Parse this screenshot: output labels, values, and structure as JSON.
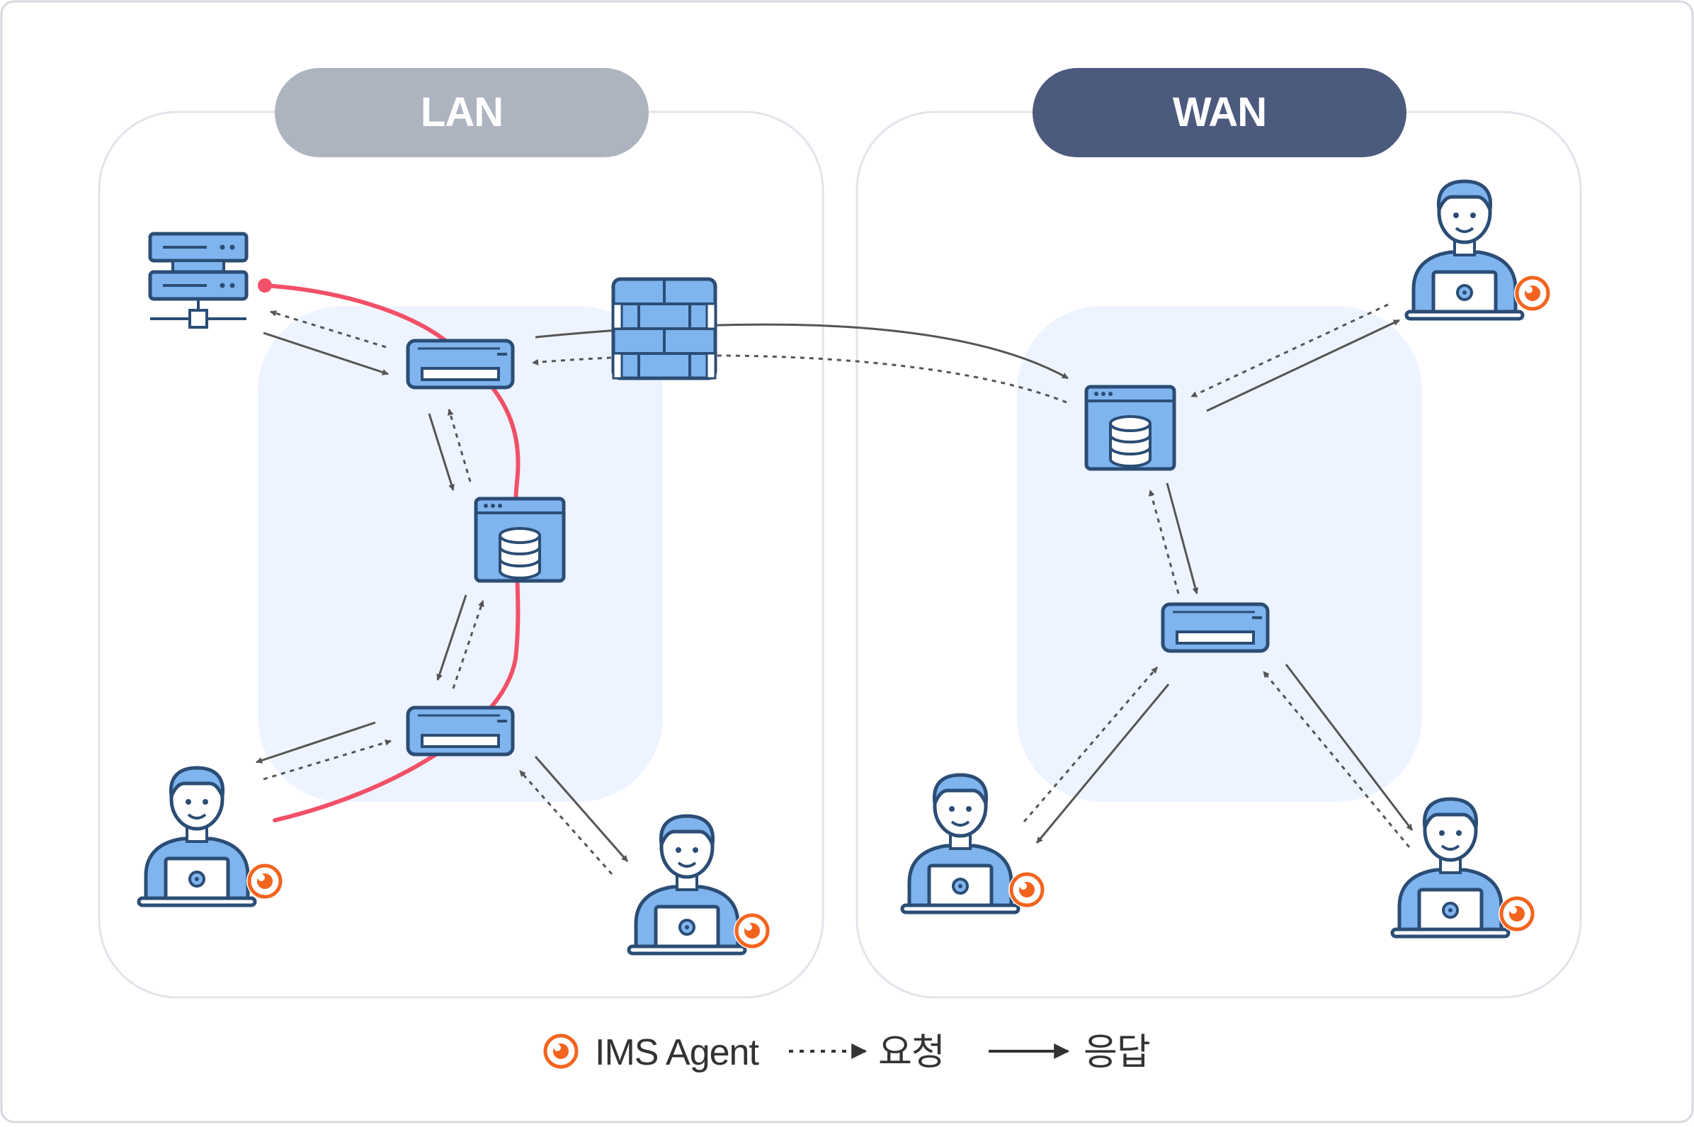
{
  "zones": [
    {
      "id": "lan",
      "label": "LAN"
    },
    {
      "id": "wan",
      "label": "WAN"
    }
  ],
  "nodes": {
    "lan": [
      {
        "name": "lan-server-icon",
        "type": "server"
      },
      {
        "name": "lan-switch-top-icon",
        "type": "switch"
      },
      {
        "name": "firewall-icon",
        "type": "firewall"
      },
      {
        "name": "lan-database-window-icon",
        "type": "database"
      },
      {
        "name": "lan-switch-bottom-icon",
        "type": "switch"
      },
      {
        "name": "lan-user-left-icon",
        "type": "user",
        "agent": true
      },
      {
        "name": "lan-user-right-icon",
        "type": "user",
        "agent": true
      }
    ],
    "wan": [
      {
        "name": "wan-database-window-icon",
        "type": "database"
      },
      {
        "name": "wan-switch-icon",
        "type": "switch"
      },
      {
        "name": "wan-user-top-icon",
        "type": "user",
        "agent": true
      },
      {
        "name": "wan-user-left-icon",
        "type": "user",
        "agent": true
      },
      {
        "name": "wan-user-right-icon",
        "type": "user",
        "agent": true
      }
    ]
  },
  "legend": {
    "agent_label": "IMS Agent",
    "request_label": "요청",
    "response_label": "응답"
  },
  "colors": {
    "lan_pill": "#adb4c0",
    "wan_pill": "#4c5a7e",
    "icon_fill": "#7fb4ee",
    "icon_stroke": "#2b4d75",
    "agent": "#f2641e",
    "path_red": "#f25068",
    "arrow": "#555555",
    "panel_bg": "#edf4ff"
  }
}
